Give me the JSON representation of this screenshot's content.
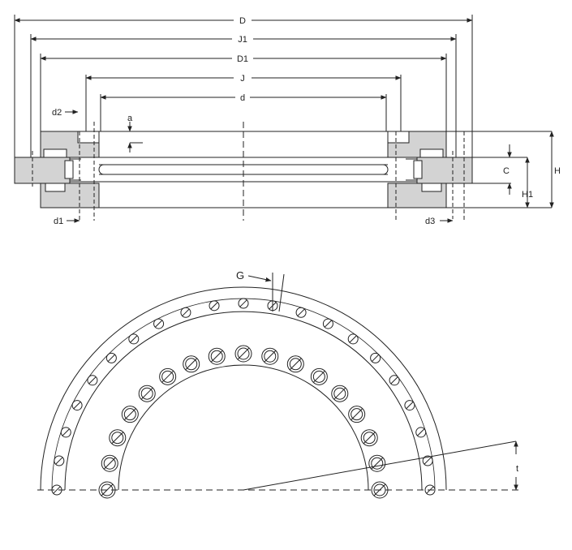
{
  "section_view": {
    "labels": {
      "D": "D",
      "J1": "J1",
      "D1": "D1",
      "J": "J",
      "d": "d",
      "d2": "d2",
      "a": "a",
      "C": "C",
      "H": "H",
      "H1": "H1",
      "d1": "d1",
      "d3": "d3"
    }
  },
  "plan_view": {
    "labels": {
      "G": "G",
      "t": "t"
    }
  },
  "colors": {
    "line": "#222222",
    "hatch_fill": "#d3d3d3",
    "background": "#ffffff"
  }
}
